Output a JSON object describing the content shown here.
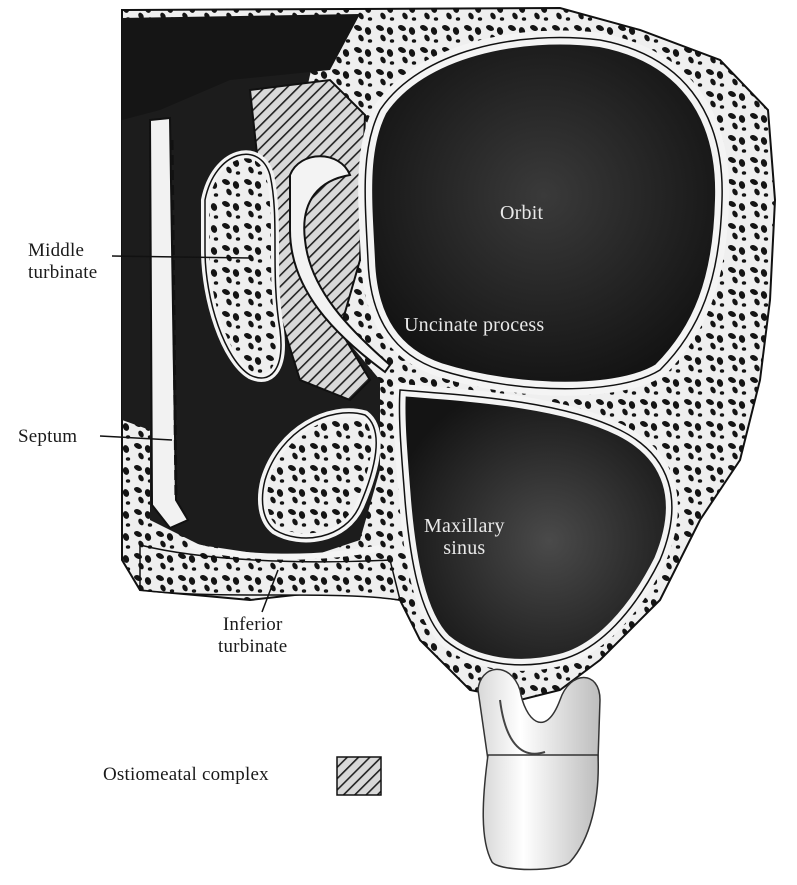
{
  "diagram": {
    "labels": {
      "middle_turbinate": "Middle\nturbinate",
      "septum": "Septum",
      "inferior_turbinate": "Inferior\nturbinate",
      "orbit": "Orbit",
      "uncinate_process": "Uncinate process",
      "maxillary_sinus": "Maxillary\nsinus"
    },
    "legend": {
      "label": "Ostiomeatal complex"
    }
  }
}
